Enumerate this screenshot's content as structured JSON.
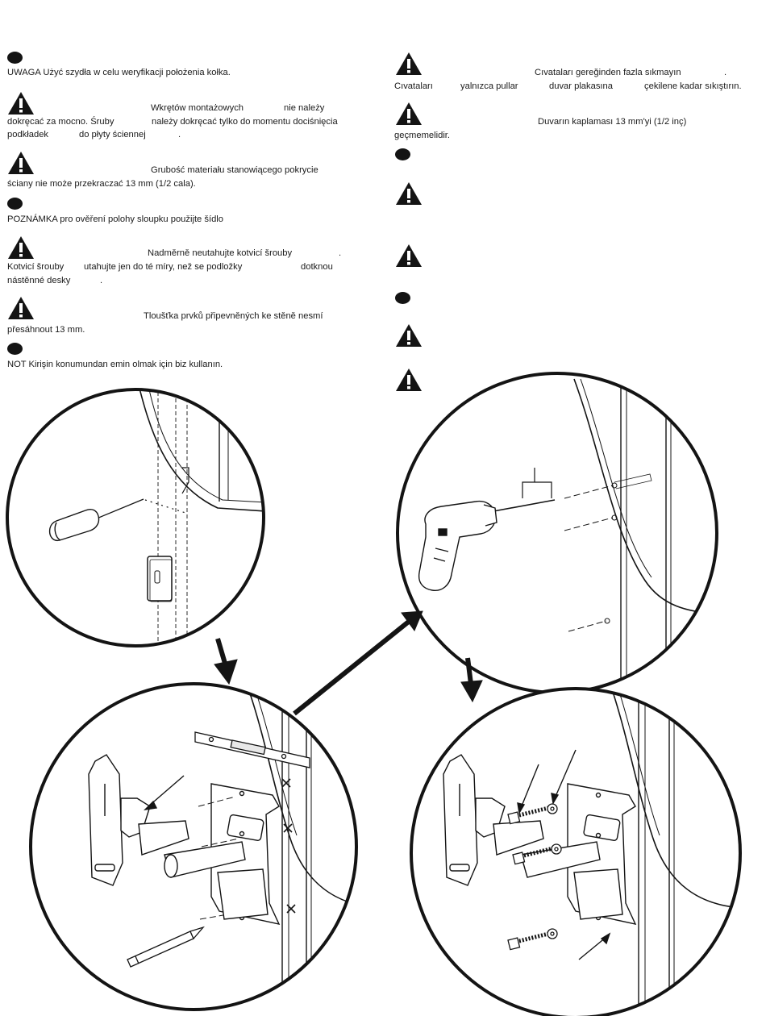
{
  "left_column": {
    "pl_note": "UWAGA Użyć szydła w celu weryfikacji położenia kołka.",
    "pl_warn1": {
      "line1": "Wkrętów montażowych",
      "line1b": "nie należy",
      "line2a": "dokręcać za mocno. Śruby",
      "line2b": "należy dokręcać tylko do momentu dociśnięcia",
      "line3a": "podkładek",
      "line3b": "do płyty ściennej",
      "line3c": "."
    },
    "pl_warn2": {
      "line1": "Grubość materiału stanowiącego pokrycie",
      "line2": "ściany nie może przekraczać 13 mm (1/2 cala)."
    },
    "cz_note": "POZNÁMKA pro ověření polohy sloupku použijte šídlo",
    "cz_warn1": {
      "line1": "Nadměrně neutahujte kotvicí šrouby",
      "line1b": ".",
      "line2a": "Kotvicí šrouby",
      "line2b": "utahujte jen do té míry, než se podložky",
      "line2c": "dotknou",
      "line3a": "nástěnné desky",
      "line3b": "."
    },
    "cz_warn2": {
      "line1": "Tloušťka prvků připevněných ke stěně nesmí",
      "line2": "přesáhnout 13 mm."
    },
    "tr_note": "NOT Kirişin konumundan emin olmak için biz kullanın."
  },
  "right_column": {
    "tr_warn1": {
      "line1": "Cıvataları gereğinden fazla sıkmayın",
      "line1b": ".",
      "line2a": "Cıvataları",
      "line2b": "yalnızca pullar",
      "line2c": "duvar plakasına",
      "line2d": "çekilene kadar sıkıştırın."
    },
    "tr_warn2": {
      "line1": "Duvarın kaplaması 13 mm'yi (1/2 inç)",
      "line2": "geçmemelidir."
    }
  },
  "icons": [
    "note-dot-icon",
    "warning-triangle-icon",
    "awl-icon",
    "drill-icon",
    "pencil-icon",
    "level-icon",
    "lag-bolt-icon",
    "washer-icon",
    "wall-plate-icon",
    "arrow-icon"
  ],
  "colors": {
    "ink": "#141414",
    "background": "#ffffff"
  }
}
